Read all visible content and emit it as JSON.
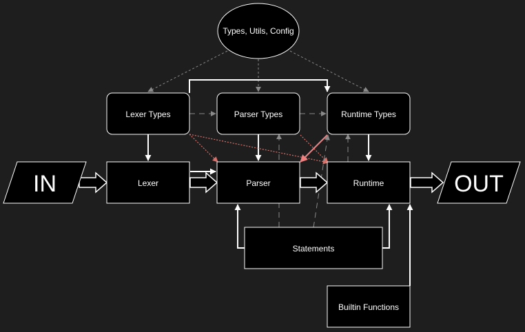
{
  "diagram": {
    "background": "#1e1e1e",
    "colors": {
      "node_fill": "#000000",
      "node_stroke": "#ffffff",
      "edge_solid": "#ffffff",
      "edge_dashed": "#8a8a8a",
      "edge_dotted_red": "#d9726b",
      "edge_red": "#f08080"
    },
    "nodes": {
      "shared": "Types, Utils, Config",
      "lexer_types": "Lexer Types",
      "parser_types": "Parser Types",
      "runtime_types": "Runtime Types",
      "input": "IN",
      "lexer": "Lexer",
      "parser": "Parser",
      "runtime": "Runtime",
      "output": "OUT",
      "statements": "Statements",
      "builtins": "Builtin Functions"
    }
  }
}
